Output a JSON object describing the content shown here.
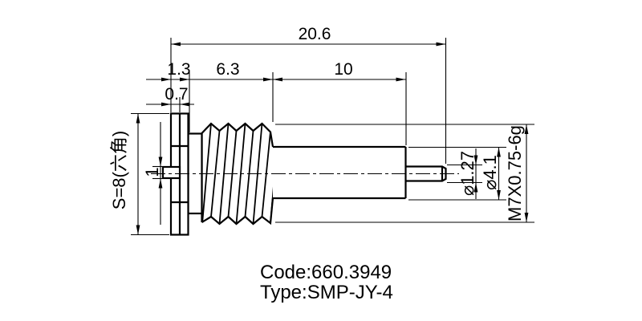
{
  "page": {
    "background_color": "#ffffff",
    "line_color": "#000000"
  },
  "drawing": {
    "kind": "technical-drawing",
    "dimensions": {
      "total_length": "20.6",
      "flange_width": "1.3",
      "thread_length": "6.3",
      "body_length": "10",
      "hex_thickness": "0.7",
      "hex_size": "S=8(六角)",
      "slot_width": "1",
      "pin_diameter": "⌀1.27",
      "body_diameter": "⌀4.1",
      "thread_spec": "M7X0.75-6g"
    },
    "captions": {
      "code": "Code:660.3949",
      "type": "Type:SMP-JY-4"
    }
  }
}
